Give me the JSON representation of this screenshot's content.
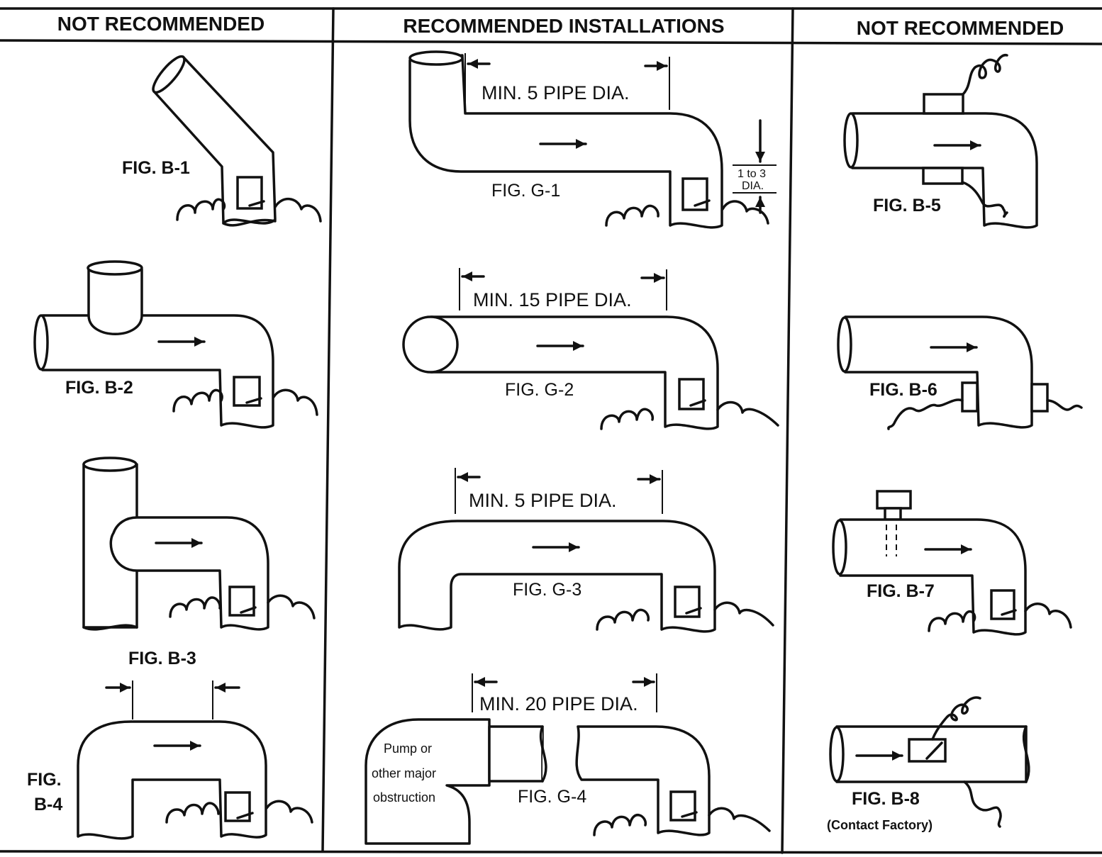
{
  "headers": {
    "left": "NOT RECOMMENDED",
    "middle": "RECOMMENDED INSTALLATIONS",
    "right": "NOT RECOMMENDED"
  },
  "figures": {
    "b1": "FIG. B-1",
    "b2": "FIG. B-2",
    "b3": "FIG. B-3",
    "b4_line1": "FIG.",
    "b4_line2": "B-4",
    "g1": "FIG. G-1",
    "g2": "FIG. G-2",
    "g3": "FIG. G-3",
    "g4": "FIG. G-4",
    "b5": "FIG. B-5",
    "b6": "FIG. B-6",
    "b7": "FIG. B-7",
    "b8": "FIG. B-8",
    "b8_note": "(Contact Factory)"
  },
  "dimensions": {
    "g1": "MIN. 5 PIPE DIA.",
    "g1_side_line1": "1 to 3",
    "g1_side_line2": "DIA.",
    "g2": "MIN. 15 PIPE DIA.",
    "g3": "MIN. 5 PIPE DIA.",
    "g4": "MIN. 20 PIPE DIA."
  },
  "pump_label": {
    "line1": "Pump or",
    "line2": "other major",
    "line3": "obstruction"
  }
}
